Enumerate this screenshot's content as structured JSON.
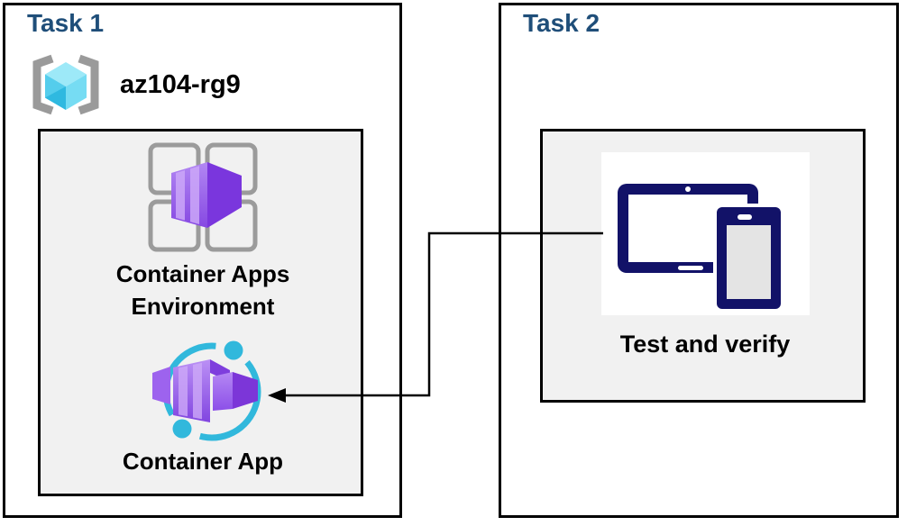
{
  "task1": {
    "title": "Task 1",
    "resource_group_name": "az104-rg9",
    "environment_label": "Container Apps Environment",
    "container_app_label": "Container App"
  },
  "task2": {
    "title": "Task 2",
    "test_and_verify_label": "Test and verify"
  },
  "connector": {
    "type": "elbow-arrow",
    "from": "test-and-verify",
    "to": "container-app"
  },
  "colors": {
    "task_title": "#1f4e79",
    "panel_fill": "#f1f1f1",
    "border_black": "#000000",
    "azure_purple_light": "#b287f3",
    "azure_purple_dark": "#7c36d8",
    "azure_cyan": "#31b8dc",
    "device_navy": "#121268",
    "icon_gray": "#9b9b9b",
    "rg_cube_cyan": "#45c6e9"
  }
}
